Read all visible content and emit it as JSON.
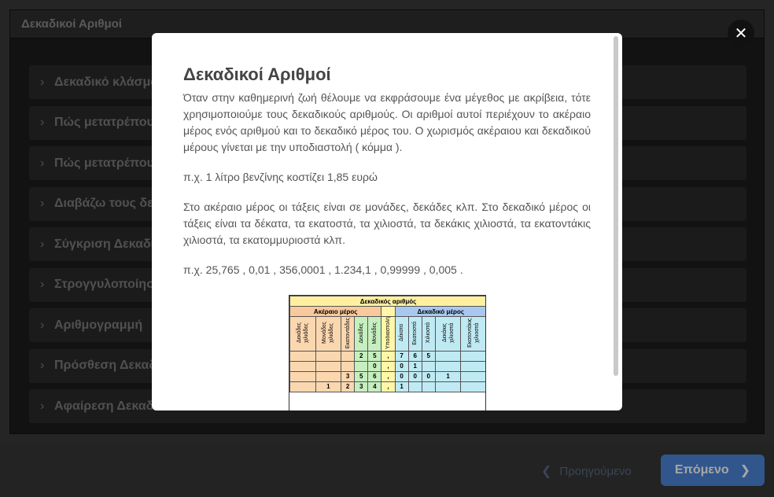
{
  "app": {
    "title": "Δεκαδικοί Αριθμοί",
    "list_items": [
      "Δεκαδικό κλάσμα",
      "Πώς μετατρέπουμε",
      "Πώς μετατρέπουμε",
      "Διαβάζω τους δεκαδικούς",
      "Σύγκριση Δεκαδικών",
      "Στρογγυλοποίηση",
      "Αριθμογραμμή",
      "Πρόσθεση Δεκαδικών",
      "Αφαίρεση Δεκαδικών"
    ]
  },
  "footer": {
    "prev_label": "Προηγούμενο",
    "next_label": "Επόμενο"
  },
  "icons": {
    "close": "close-icon",
    "prev": "chevron-left-icon",
    "next": "chevron-right-icon",
    "list": "chevron-right-icon"
  },
  "modal": {
    "title": "Δεκαδικοί Αριθμοί",
    "paragraphs": [
      "Όταν στην καθημερινή ζωή θέλουμε να εκφράσουμε ένα μέγεθος με ακρίβεια, τότε χρησιμοποιούμε τους δεκαδικούς αριθμούς. Οι αριθμοί αυτοί περιέχουν το ακέραιο μέρος ενός αριθμού και το δεκαδικό μέρος του. Ο χωρισμός ακέραιου και δεκαδικού μέρους γίνεται με την υποδιαστολή ( κόμμα ).",
      "π.χ. 1 λίτρο βενζίνης κοστίζει 1,85 ευρώ",
      "Στο ακέραιο μέρος οι τάξεις είναι σε μονάδες, δεκάδες κλπ. Στο δεκαδικό μέρος οι τάξεις είναι τα δέκατα, τα εκατοστά, τα χιλιοστά, τα δεκάκις χιλιοστά, τα εκατοντάκις χιλιοστά, τα εκατομμυριοστά κλπ.",
      "π.χ.  25,765  ,  0,01  ,  356,0001   ,  1.234,1   ,   0,99999   ,    0,005 ."
    ],
    "table": {
      "title": "Δεκαδικός αριθμός",
      "integer_header": "Ακέραιο μέρος",
      "decimal_header": "Δεκαδικό μέρος",
      "columns": [
        "Δεκάδες χιλιάδες",
        "Μονάδες χιλιάδες",
        "Εκατοντάδες",
        "Δεκάδες",
        "Μονάδες",
        "Υποδιαστολή",
        "Δέκατα",
        "Εκατοστά",
        "Χιλιοστά",
        "Δεκάκις χιλιοστά",
        "Εκατοντάκις χιλιοστά"
      ],
      "rows": [
        [
          "",
          "",
          "",
          "2",
          "5",
          ",",
          "7",
          "6",
          "5",
          "",
          ""
        ],
        [
          "",
          "",
          "",
          "",
          "0",
          ",",
          "0",
          "1",
          "",
          "",
          ""
        ],
        [
          "",
          "",
          "3",
          "5",
          "6",
          ",",
          "0",
          "0",
          "0",
          "1",
          ""
        ],
        [
          "",
          "1",
          "2",
          "3",
          "4",
          ",",
          "1",
          "",
          "",
          "",
          ""
        ]
      ]
    }
  }
}
